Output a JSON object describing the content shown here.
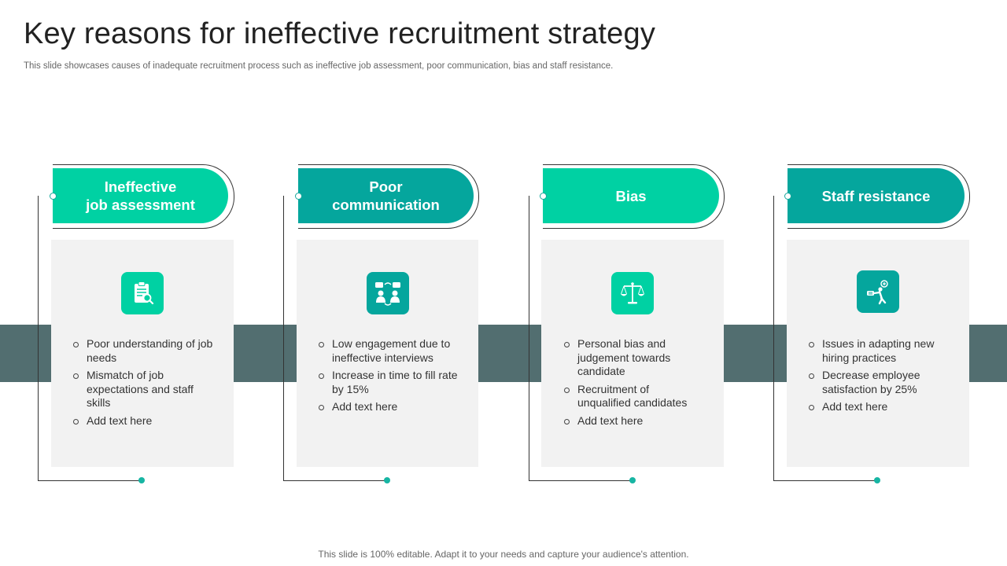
{
  "header": {
    "title": "Key reasons for ineffective recruitment strategy",
    "subtitle": "This slide showcases causes of inadequate recruitment process such as ineffective job assessment, poor communication, bias and staff resistance."
  },
  "columns": [
    {
      "heading_line1": "Ineffective",
      "heading_line2": "job assessment",
      "icon": "clipboard-search-icon",
      "color": "#00D1A3",
      "items": [
        "Poor understanding of job needs",
        "Mismatch of job expectations and staff skills",
        "Add text here"
      ]
    },
    {
      "heading_line1": "Poor",
      "heading_line2": "communication",
      "icon": "team-communication-icon",
      "color": "#05A69D",
      "items": [
        "Low engagement due to ineffective interviews",
        "Increase in time to fill rate by 15%",
        "Add text here"
      ]
    },
    {
      "heading_line1": "Bias",
      "heading_line2": "",
      "icon": "balance-scale-icon",
      "color": "#00D1A3",
      "items": [
        "Personal bias and judgement towards candidate",
        "Recruitment of unqualified candidates",
        "Add text here"
      ]
    },
    {
      "heading_line1": "Staff resistance",
      "heading_line2": "",
      "icon": "person-resisting-icon",
      "color": "#05A69D",
      "items": [
        "Issues in adapting new hiring practices",
        "Decrease employee satisfaction by 25%",
        "Add text here"
      ]
    }
  ],
  "footer": {
    "text": "This slide is 100% editable. Adapt it to your needs and capture your audience's attention."
  }
}
